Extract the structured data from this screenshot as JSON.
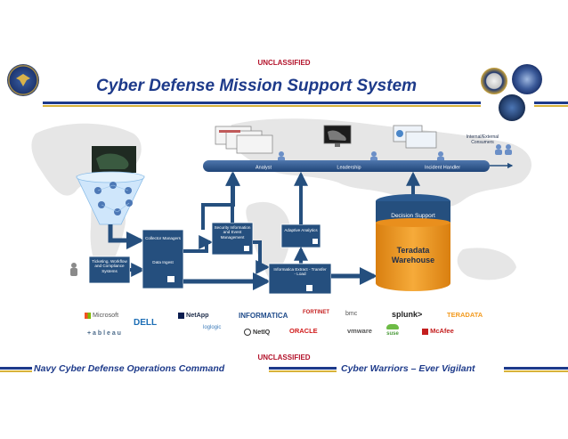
{
  "classification_top": "UNCLASSIFIED",
  "classification_bottom": "UNCLASSIFIED",
  "title": "Cyber Defense Mission Support System",
  "footer": {
    "left": "Navy Cyber Defense Operations Command",
    "right": "Cyber Warriors – Ever Vigilant"
  },
  "diagram": {
    "bus_labels": [
      "Analyst",
      "Leadership",
      "Incident Handler"
    ],
    "consumers": "Internal/External Consumers",
    "ticketing": "Ticketing, Workflow and Compliance Systems",
    "collector": {
      "title": "Collector Managers",
      "sub": "Data Ingest"
    },
    "siem": "Security Information and Event Management",
    "adaptive": "Adaptive Analytics",
    "informatica": "Informatica Extract - Transfer - Load",
    "decision_support": "Decision Support",
    "warehouse": "Teradata Warehouse"
  },
  "vendors": [
    "Microsoft",
    "DELL",
    "NetApp",
    "INFORMATICA",
    "FORTINET",
    "bmc",
    "splunk>",
    "TERADATA",
    "+ a b l e a u",
    "loglogic",
    "NetIQ",
    "ORACLE",
    "vmware",
    "suse",
    "McAfee"
  ],
  "colors": {
    "navy": "#1d3a8a",
    "gold": "#d7b23a",
    "classification": "#b3122a",
    "process_box": "#254f7e",
    "warehouse": "#f39a1e"
  }
}
